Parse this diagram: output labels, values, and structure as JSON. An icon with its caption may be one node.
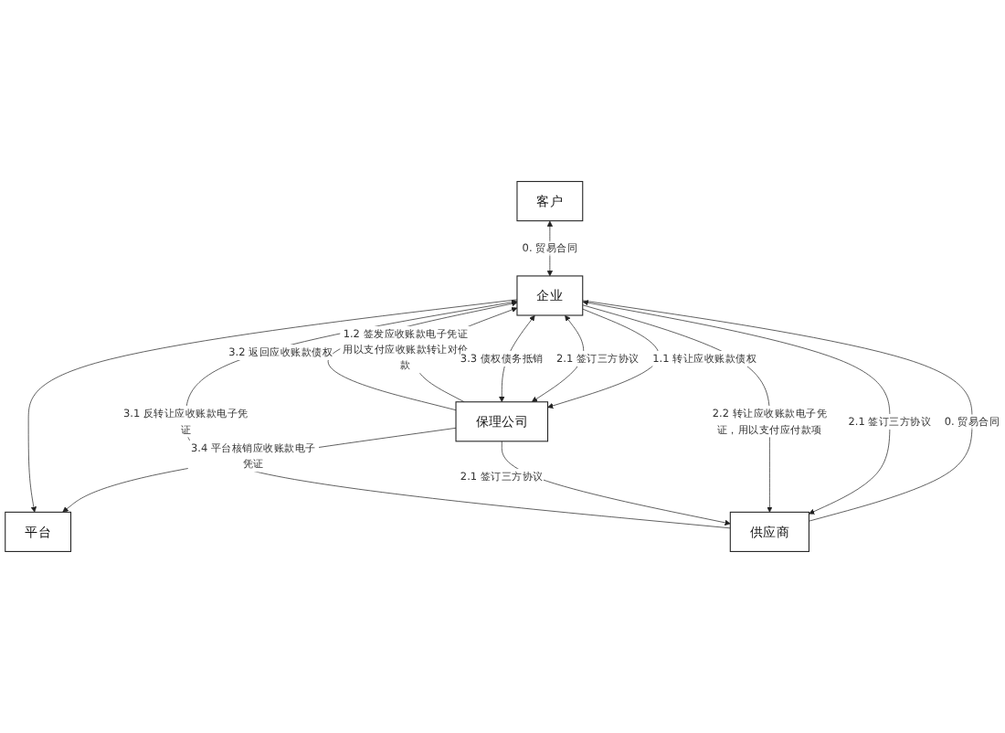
{
  "diagram": {
    "nodes": [
      {
        "text": [
          "客户"
        ]
      },
      {
        "text": [
          "平台"
        ]
      },
      {
        "text": [
          "企业"
        ]
      },
      {
        "text": [
          "保理公司"
        ]
      },
      {
        "text": [
          "供应商"
        ]
      }
    ],
    "edges": [
      {
        "from": 0,
        "to": 2,
        "arrow": "both",
        "label": "0. 贸易合同"
      },
      {
        "from": 3,
        "to": 1,
        "arrow": "to",
        "label": "3.4 平台核销应收账款电子凭证"
      },
      {
        "from": 2,
        "to": 1,
        "arrow": "to"
      },
      {
        "from": 2,
        "to": 3,
        "arrow": "to",
        "label": "1.1 转让应收账款债权"
      },
      {
        "from": 3,
        "to": 2,
        "arrow": "to",
        "label": "1.2 签发应收账款电子凭证用以支付应收账款转让对价款"
      },
      {
        "from": 2,
        "to": 3,
        "arrow": "both",
        "label": "2.1 签订三方协议"
      },
      {
        "from": 3,
        "to": 2,
        "arrow": "to",
        "label": "3.2 返回应收账款债权"
      },
      {
        "from": 2,
        "to": 3,
        "arrow": "both",
        "label": "3.3 债权债务抵销"
      },
      {
        "from": 2,
        "to": 4,
        "arrow": "none",
        "label": "0. 贸易合同"
      },
      {
        "from": 2,
        "to": 4,
        "arrow": "both",
        "label": "2.1 签订三方协议"
      },
      {
        "from": 2,
        "to": 4,
        "arrow": "to",
        "label": "2.2 转让应收账款电子凭证，用以支付应付款项"
      },
      {
        "from": 4,
        "to": 2,
        "arrow": "to",
        "label": "3.1 反转让应收账款电子凭证"
      },
      {
        "from": 3,
        "to": 4,
        "arrow": "to",
        "label": "2.1 签订三方协议"
      }
    ]
  }
}
